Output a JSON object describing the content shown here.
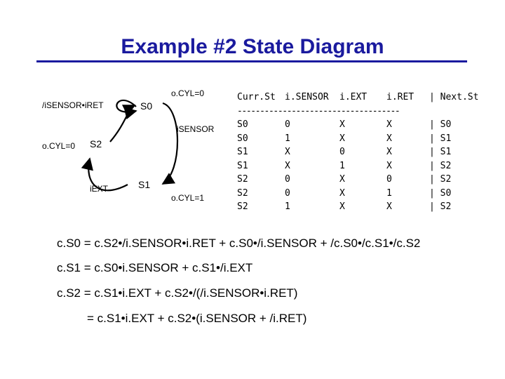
{
  "title": "Example #2 State Diagram",
  "diagram": {
    "states": [
      "S0",
      "S1",
      "S2"
    ],
    "transitions": [
      {
        "from": "S0",
        "to": "S0",
        "label": "/iSENSOR•iRET"
      },
      {
        "from": "S0",
        "to": "S1",
        "label": "iSENSOR"
      },
      {
        "from": "S1",
        "to": "S2",
        "label": "iEXT"
      },
      {
        "from": "S2",
        "to": "S0",
        "label": ""
      }
    ],
    "outputs": {
      "s0": "o.CYL=0",
      "s1": "o.CYL=1",
      "s2": "o.CYL=0"
    }
  },
  "table": {
    "headers": [
      "Curr.St",
      "i.SENSOR",
      "i.EXT",
      "i.RET",
      "| Next.St"
    ],
    "separator": "------------------------------------",
    "rows": [
      [
        "S0",
        "0",
        "X",
        "X",
        "| S0"
      ],
      [
        "S0",
        "1",
        "X",
        "X",
        "| S1"
      ],
      [
        "S1",
        "X",
        "0",
        "X",
        "| S1"
      ],
      [
        "S1",
        "X",
        "1",
        "X",
        "| S2"
      ],
      [
        "S2",
        "0",
        "X",
        "0",
        "| S2"
      ],
      [
        "S2",
        "0",
        "X",
        "1",
        "| S0"
      ],
      [
        "S2",
        "1",
        "X",
        "X",
        "| S2"
      ]
    ]
  },
  "equations": [
    "c.S0 = c.S2•/i.SENSOR•i.RET + c.S0•/i.SENSOR + /c.S0•/c.S1•/c.S2",
    "c.S1 = c.S0•i.SENSOR + c.S1•/i.EXT",
    "c.S2 = c.S1•i.EXT + c.S2•/(/i.SENSOR•i.RET)",
    "= c.S1•i.EXT + c.S2•(i.SENSOR + /i.RET)"
  ]
}
